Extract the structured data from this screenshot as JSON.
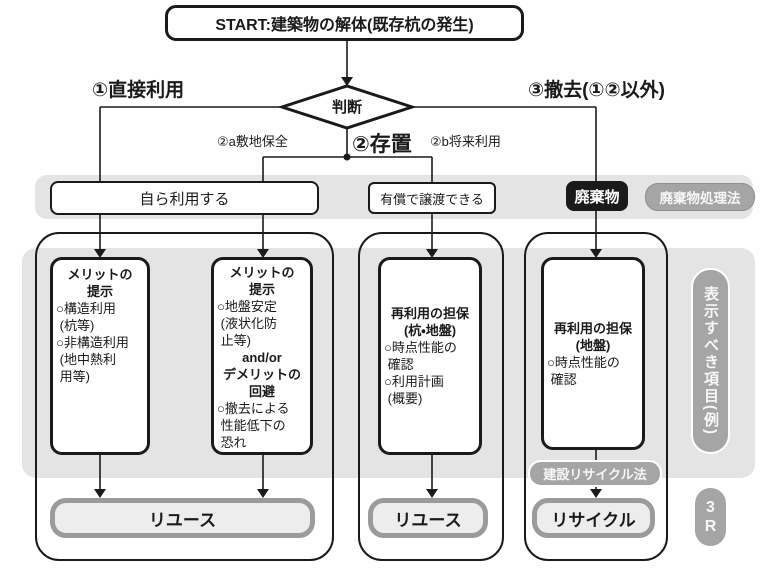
{
  "title": "START:建築物の解体(既存杭の発生)",
  "decision": {
    "label": "判断"
  },
  "branches": {
    "direct_use": "①直接利用",
    "leave_in_place": "②存置",
    "site_preservation": "②a敷地保全",
    "future_use": "②b将来利用",
    "removal": "③撤去(①②以外)"
  },
  "row1": {
    "self_use": "自ら利用する",
    "paid_transfer": "有償で譲渡できる",
    "waste": "廃棄物",
    "waste_law": "廃棄物処理法"
  },
  "boxes": {
    "box1": {
      "heading": "メリットの\n提示",
      "body": "○構造利用\n (杭等)\n○非構造利用\n (地中熱利\n 用等)"
    },
    "box2": {
      "heading": "メリットの\n提示",
      "body": "○地盤安定\n (液状化防\n 止等)",
      "andor": "and/or",
      "heading2": "デメリットの\n回避",
      "body2": "○撤去による\n 性能低下の\n 恐れ"
    },
    "box3": {
      "heading": "再利用の担保\n(杭・地盤)",
      "body": "○時点性能の\n 確認\n○利用計画\n (概要)"
    },
    "box4": {
      "heading": "再利用の担保\n(地盤)",
      "body": "○時点性能の\n 確認"
    }
  },
  "labels": {
    "recycle_law": "建設リサイクル法",
    "side_label": "表示すべき項目(例)",
    "three_r": "3\nR"
  },
  "outcomes": {
    "reuse1": "リユース",
    "reuse2": "リユース",
    "recycle": "リサイクル"
  },
  "colors": {
    "ink": "#1a1a1a",
    "panel_gray": "#e4e4e4",
    "pill_gray": "#a5a5a5",
    "outcome_border": "#9b9b9b",
    "outcome_bg": "#ededed"
  }
}
